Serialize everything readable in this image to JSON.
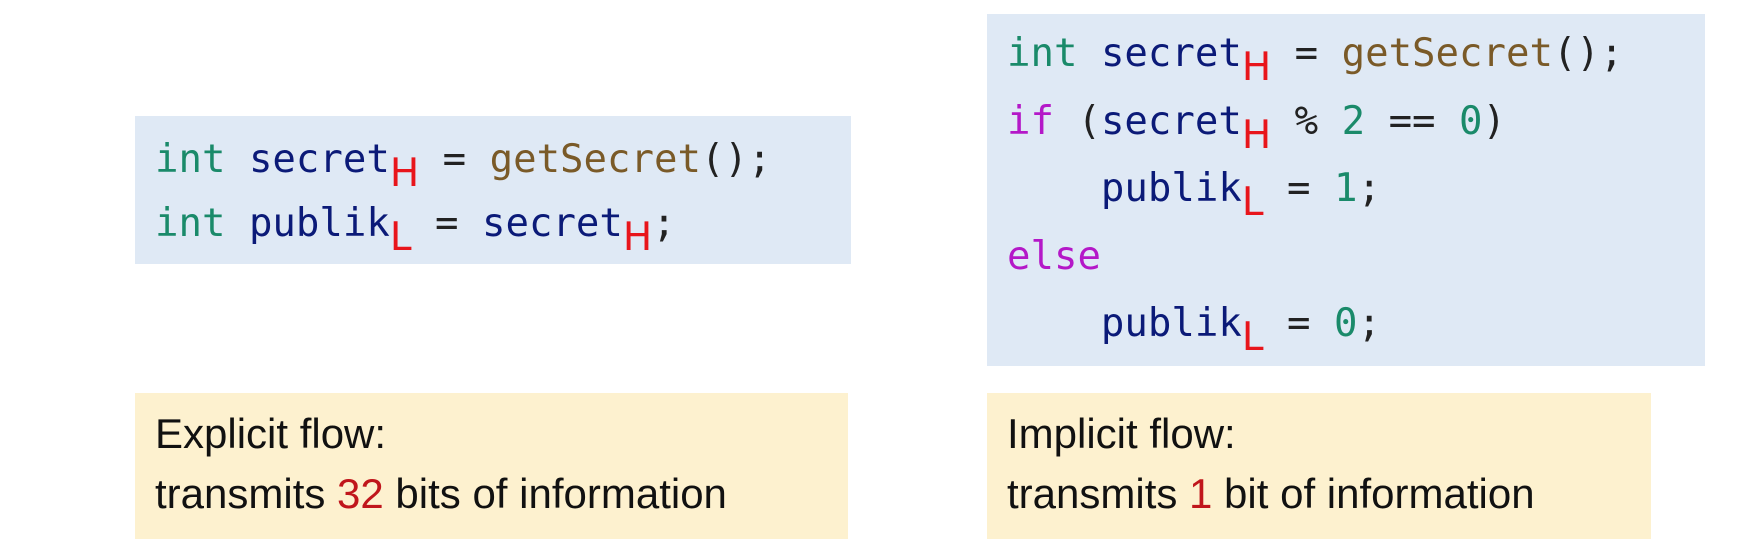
{
  "explicit_code": {
    "line1": {
      "type": "int",
      "var": "secret",
      "label": "H",
      "op": " = ",
      "fn": "getSecret",
      "end": "();"
    },
    "line2": {
      "type": "int",
      "var": "publik",
      "label": "L",
      "op": " = ",
      "rhs": "secret",
      "rhs_label": "H",
      "end": ";"
    }
  },
  "implicit_code": {
    "line1": {
      "type": "int",
      "var": "secret",
      "label": "H",
      "op": " = ",
      "fn": "getSecret",
      "end": "();"
    },
    "line2": {
      "kw": "if",
      "open": " (",
      "var": "secret",
      "label": "H",
      "mod": " % ",
      "two": "2",
      "eq": " == ",
      "zero": "0",
      "close": ")"
    },
    "line3": {
      "var": "publik",
      "label": "L",
      "op": " = ",
      "val": "1",
      "end": ";"
    },
    "line4": {
      "kw": "else"
    },
    "line5": {
      "var": "publik",
      "label": "L",
      "op": " = ",
      "val": "0",
      "end": ";"
    }
  },
  "explicit_note": {
    "title": "Explicit flow:",
    "pre": "transmits ",
    "num": "32",
    "post": " bits of information"
  },
  "implicit_note": {
    "title": "Implicit flow:",
    "pre": "transmits ",
    "num": "1",
    "post": " bit of information"
  },
  "colors": {
    "code_bg": "#dfe9f5",
    "note_bg": "#fdf1cf",
    "label": "#e8151b",
    "highlight": "#c0161c"
  }
}
